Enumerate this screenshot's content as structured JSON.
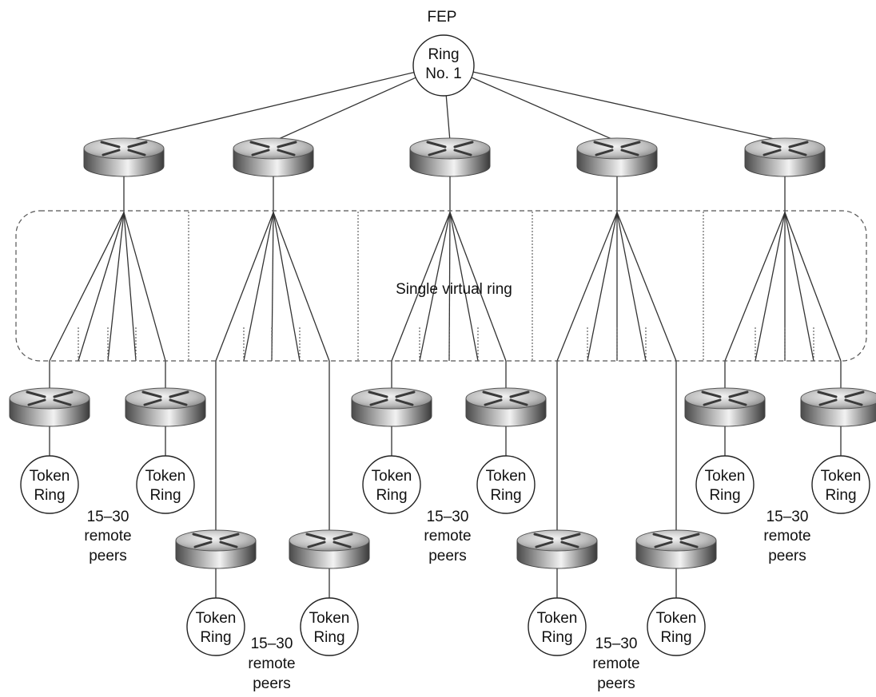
{
  "fep": {
    "title": "FEP",
    "ring_line1": "Ring",
    "ring_line2": "No. 1"
  },
  "virtual_ring_label": "Single virtual ring",
  "token_ring": {
    "line1": "Token",
    "line2": "Ring"
  },
  "remote_peers": {
    "line1": "15–30",
    "line2": "remote",
    "line3": "peers"
  },
  "colors": {
    "line": "#333333",
    "router_dark": "#555555",
    "router_light": "#e8e8e8"
  },
  "icons": {
    "router": "router-icon",
    "token_ring": "token-ring-icon"
  }
}
